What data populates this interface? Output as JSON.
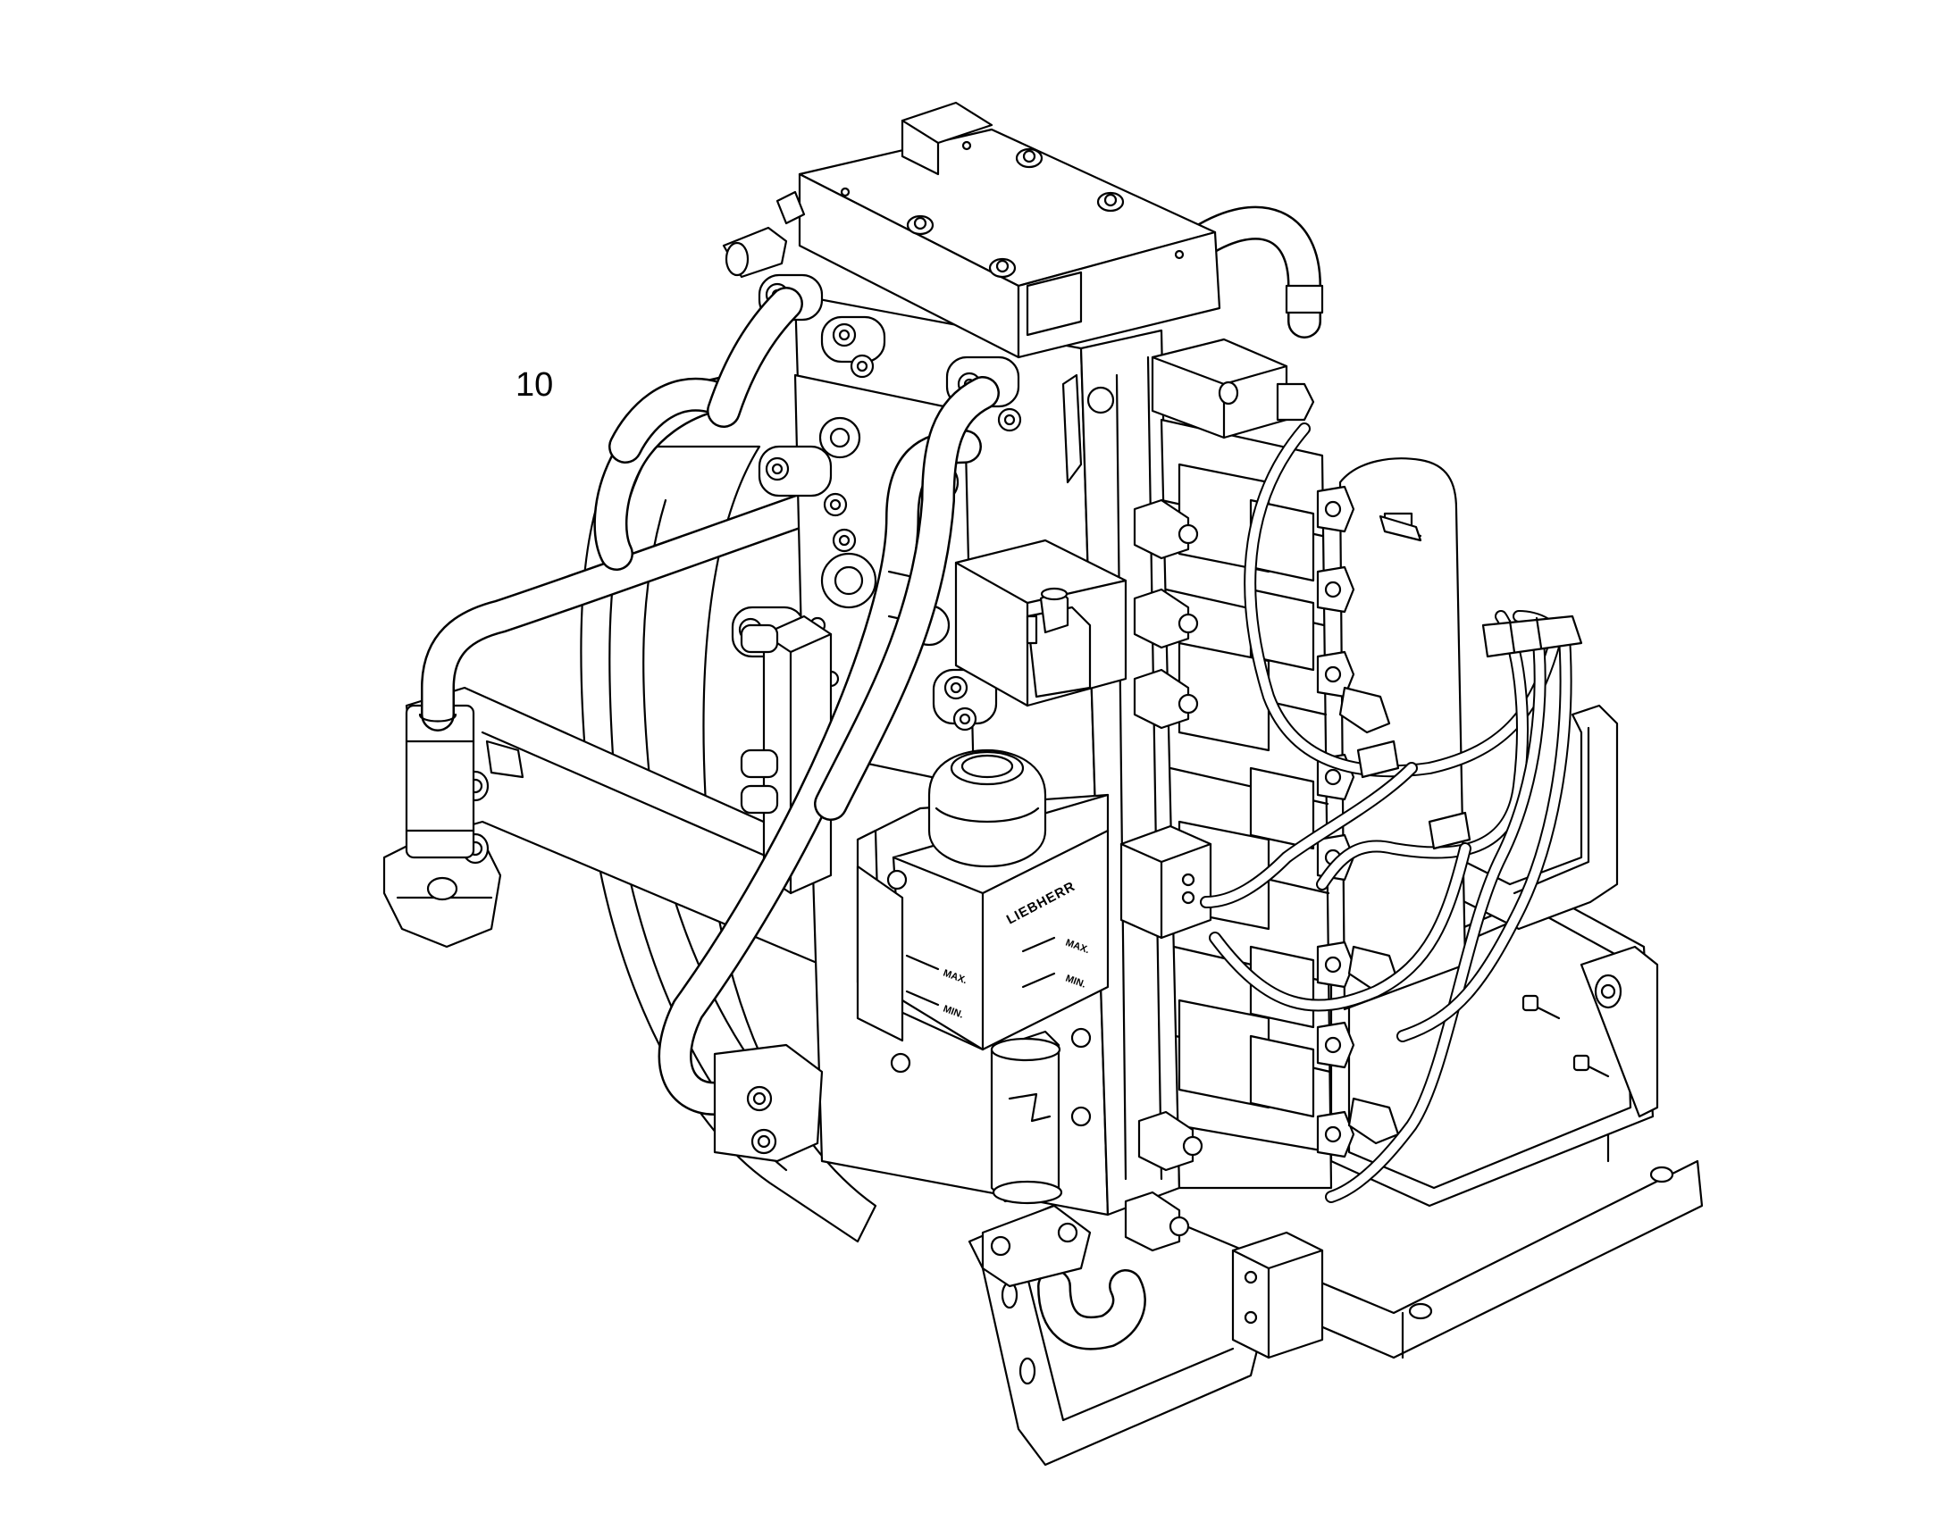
{
  "callouts": [
    {
      "number": "10"
    }
  ],
  "reservoir": {
    "brand": "LIEBHERR",
    "level_max": "MAX.",
    "level_min": "MIN."
  }
}
